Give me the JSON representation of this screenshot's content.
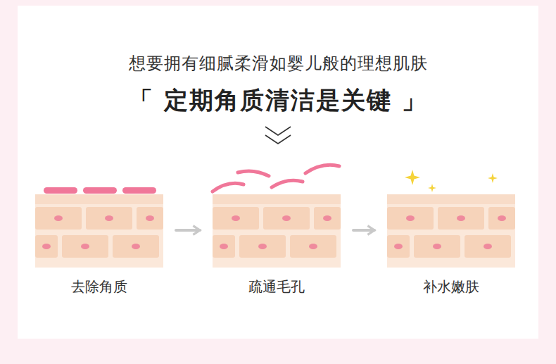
{
  "diagram": {
    "title": "「 定期角质清洁是关键 」",
    "nodes": [
      {
        "text": [
          "去除角质"
        ]
      },
      {
        "text": [
          "疏通毛孔"
        ]
      },
      {
        "text": [
          "补水嫩肤"
        ]
      }
    ],
    "edges": [
      {
        "from": 0,
        "to": 1,
        "arrow": "to"
      },
      {
        "from": 1,
        "to": 2,
        "arrow": "to"
      }
    ],
    "labels": [
      "想要拥有细腻柔滑如婴儿般的理想肌肤"
    ]
  }
}
